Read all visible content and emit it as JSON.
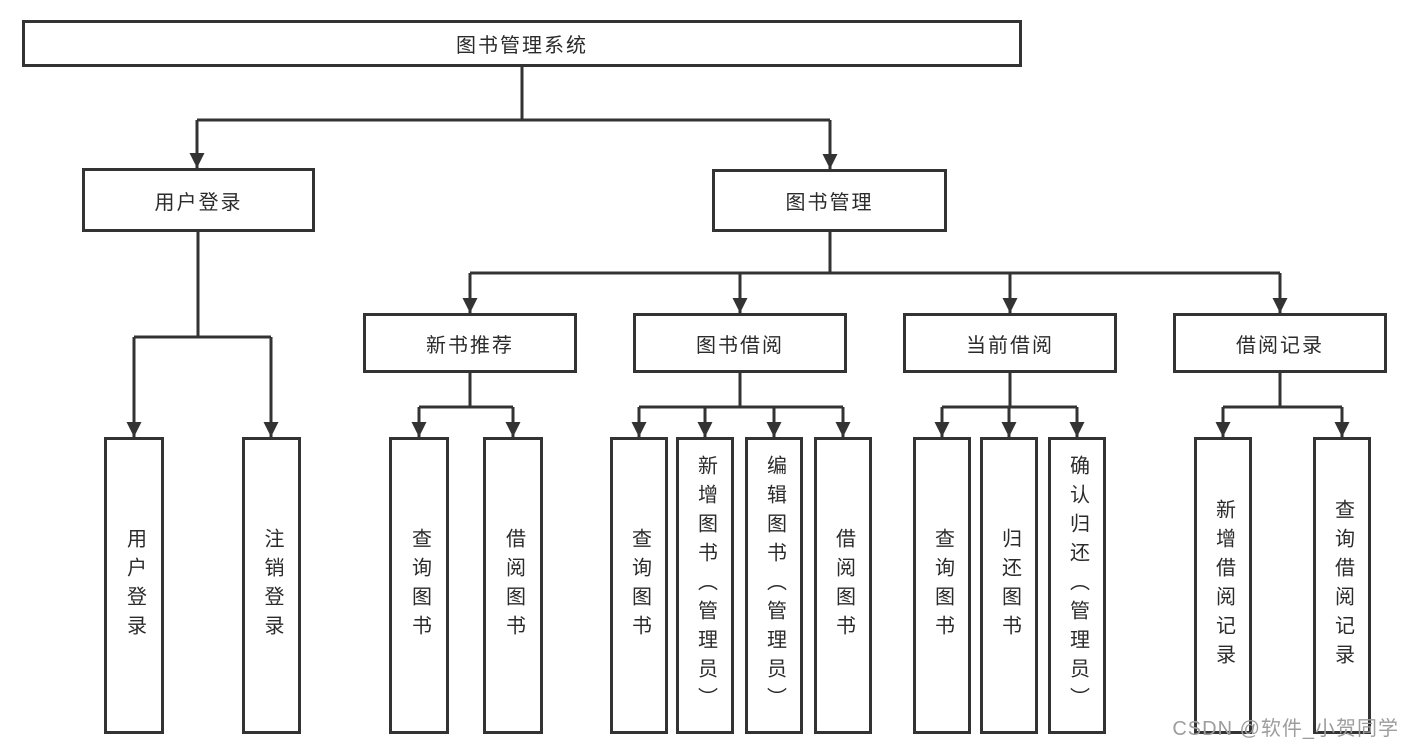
{
  "diagram": {
    "root": {
      "label": "图书管理系统"
    },
    "branches": [
      {
        "label": "用户登录",
        "leaves": [
          {
            "label": "用户登录"
          },
          {
            "label": "注销登录"
          }
        ]
      },
      {
        "label": "图书管理",
        "groups": [
          {
            "label": "新书推荐",
            "leaves": [
              {
                "label": "查询图书"
              },
              {
                "label": "借阅图书"
              }
            ]
          },
          {
            "label": "图书借阅",
            "leaves": [
              {
                "label": "查询图书"
              },
              {
                "label": "新增图书（管理员）"
              },
              {
                "label": "编辑图书（管理员）"
              },
              {
                "label": "借阅图书"
              }
            ]
          },
          {
            "label": "当前借阅",
            "leaves": [
              {
                "label": "查询图书"
              },
              {
                "label": "归还图书"
              },
              {
                "label": "确认归还（管理员）"
              }
            ]
          },
          {
            "label": "借阅记录",
            "leaves": [
              {
                "label": "新增借阅记录"
              },
              {
                "label": "查询借阅记录"
              }
            ]
          }
        ]
      }
    ]
  },
  "watermark": "CSDN @软件_小贺同学",
  "colors": {
    "line": "#333333",
    "box_border": "#333333",
    "text": "#2b2b2b",
    "watermark": "#9d9d9d",
    "background": "#ffffff"
  }
}
